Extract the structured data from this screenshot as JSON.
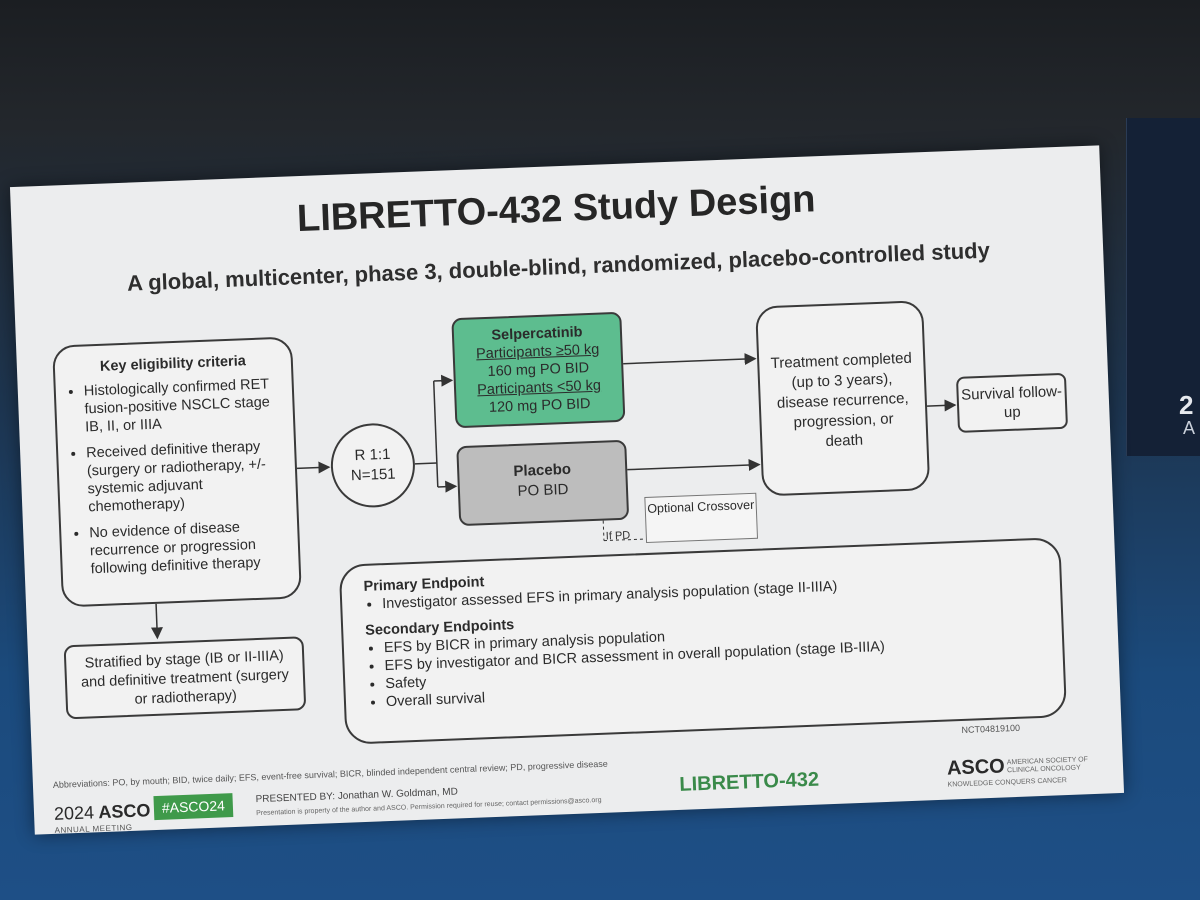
{
  "side_panel": {
    "big": "2",
    "small": "A"
  },
  "slide": {
    "title": "LIBRETTO-432 Study Design",
    "subtitle": "A global, multicenter, phase 3, double-blind, randomized, placebo-controlled study",
    "criteria": {
      "heading": "Key eligibility criteria",
      "items": [
        "Histologically confirmed RET fusion-positive NSCLC stage IB, II, or IIIA",
        "Received definitive therapy (surgery or radiotherapy, +/- systemic adjuvant chemotherapy)",
        "No evidence of disease recurrence or progression following definitive therapy"
      ]
    },
    "stratified": "Stratified by stage (IB or II-IIIA) and definitive treatment (surgery or radiotherapy)",
    "randomization": {
      "line1": "R 1:1",
      "line2": "N=151"
    },
    "selpercatinib": {
      "name": "Selpercatinib",
      "line1": "Participants ≥50 kg",
      "line2": "160 mg PO BID",
      "line3": "Participants <50 kg",
      "line4": "120 mg PO BID"
    },
    "placebo": {
      "name": "Placebo",
      "dose": "PO BID"
    },
    "crossover": "Optional Crossover",
    "if_pd": "If PD",
    "completed": {
      "line1": "Treatment completed",
      "line2": "(up to 3 years),",
      "line3": "disease recurrence,",
      "line4": "progression, or",
      "line5": "death"
    },
    "survival": "Survival follow-up",
    "endpoints": {
      "primary_heading": "Primary Endpoint",
      "primary": [
        "Investigator assessed EFS in primary analysis population (stage II-IIIA)"
      ],
      "secondary_heading": "Secondary Endpoints",
      "secondary": [
        "EFS by BICR in primary analysis population",
        "EFS by investigator and BICR assessment in overall population (stage IB-IIIA)",
        "Safety",
        "Overall survival"
      ]
    },
    "nct": "NCT04819100",
    "abbreviations": "Abbreviations: PO, by mouth; BID, twice daily; EFS, event-free survival; BICR, blinded independent central review; PD, progressive disease",
    "footer": {
      "year": "2024",
      "asco": "ASCO",
      "annual": "ANNUAL MEETING",
      "hashtag": "#ASCO24",
      "presenter": "PRESENTED BY: Jonathan W. Goldman, MD",
      "permission": "Presentation is property of the author and ASCO. Permission required for reuse; contact permissions@asco.org",
      "libretto": "LIBRETTO-432",
      "asco_right": "ASCO",
      "society": "AMERICAN SOCIETY OF CLINICAL ONCOLOGY",
      "tagline": "KNOWLEDGE CONQUERS CANCER"
    }
  }
}
